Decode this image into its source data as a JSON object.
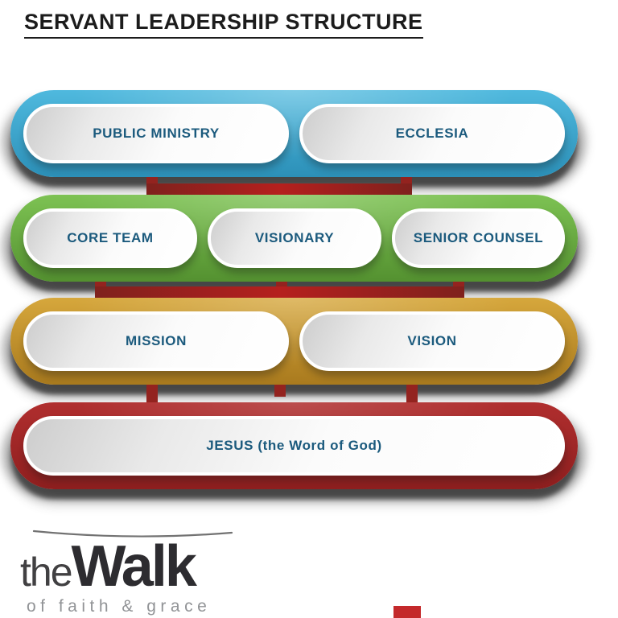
{
  "title": "SERVANT LEADERSHIP STRUCTURE",
  "diagram": {
    "rows": [
      {
        "level": 1,
        "band_color": "#35a7cf",
        "items": [
          {
            "label": "PUBLIC MINISTRY"
          },
          {
            "label": "ECCLESIA"
          }
        ]
      },
      {
        "level": 2,
        "band_color": "#69b141",
        "items": [
          {
            "label": "CORE TEAM"
          },
          {
            "label": "VISIONARY"
          },
          {
            "label": "SENIOR COUNSEL"
          }
        ]
      },
      {
        "level": 3,
        "band_color": "#c3922d",
        "items": [
          {
            "label": "MISSION"
          },
          {
            "label": "VISION"
          }
        ]
      },
      {
        "level": 4,
        "band_color": "#a02626",
        "items": [
          {
            "label": "JESUS (the Word of God)"
          }
        ]
      }
    ],
    "colors": {
      "connector_red": "#93231f",
      "shadow_gray": "#3a3a3a",
      "pill_text": "#1b5a7d",
      "title_text": "#1c1c1c",
      "bottom_red_mark": "#c4292b"
    }
  },
  "logo": {
    "word_the": "the",
    "word_walk": "Walk",
    "tagline": "of faith & grace"
  }
}
